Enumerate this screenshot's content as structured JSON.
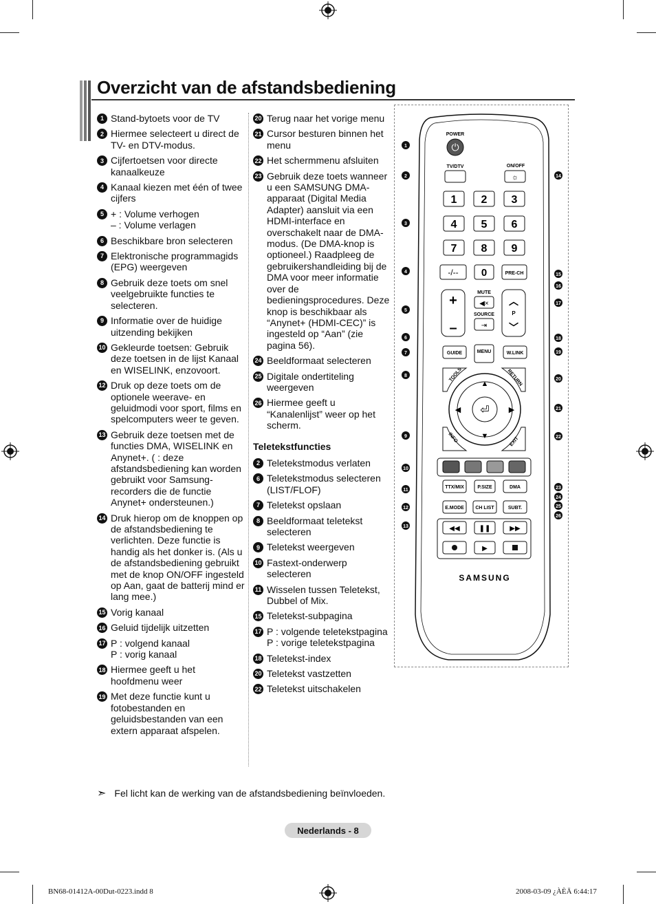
{
  "title": "Overzicht van de afstandsbediening",
  "col1": [
    {
      "n": "1",
      "t": "Stand-bytoets voor de TV"
    },
    {
      "n": "2",
      "t": "Hiermee selecteert u direct de TV- en DTV-modus."
    },
    {
      "n": "3",
      "t": "Cijfertoetsen voor directe kanaalkeuze"
    },
    {
      "n": "4",
      "t": "Kanaal kiezen met één of twee cijfers"
    },
    {
      "n": "5",
      "t": "+ : Volume verhogen\n– : Volume verlagen"
    },
    {
      "n": "6",
      "t": "Beschikbare bron selecteren"
    },
    {
      "n": "7",
      "t": "Elektronische programmagids (EPG) weergeven"
    },
    {
      "n": "8",
      "t": "Gebruik deze toets om snel veelgebruikte functies te selecteren."
    },
    {
      "n": "9",
      "t": "Informatie over de huidige uitzending bekijken"
    },
    {
      "n": "10",
      "t": "Gekleurde toetsen: Gebruik deze toetsen in de lijst Kanaal en WISELINK, enzovoort."
    },
    {
      "n": "12",
      "t": "Druk op deze toets om de optionele weerave- en geluidmodi voor sport, films en spelcomputers weer te geven."
    },
    {
      "n": "13",
      "t": "Gebruik deze toetsen met de functies DMA, WISELINK en Anynet+. ( : deze afstandsbediening kan worden gebruikt voor Samsung-recorders die de functie Anynet+ ondersteunen.)"
    },
    {
      "n": "14",
      "t": "Druk hierop om de knoppen op de afstandsbediening te verlichten. Deze functie is handig als het donker is. (Als u de afstandsbediening gebruikt met de knop ON/OFF ingesteld op Aan, gaat de batterij mind er lang mee.)"
    },
    {
      "n": "15",
      "t": "Vorig kanaal"
    },
    {
      "n": "16",
      "t": "Geluid tijdelijk uitzetten"
    },
    {
      "n": "17",
      "t": "P : volgend kanaal\nP : vorig kanaal"
    },
    {
      "n": "18",
      "t": "Hiermee geeft u het hoofdmenu weer"
    },
    {
      "n": "19",
      "t": "Met deze functie kunt u fotobestanden en geluidsbestanden van een extern apparaat afspelen."
    }
  ],
  "col2": [
    {
      "n": "20",
      "t": "Terug naar het vorige menu"
    },
    {
      "n": "21",
      "t": "Cursor besturen binnen het menu"
    },
    {
      "n": "22",
      "t": "Het schermmenu afsluiten"
    },
    {
      "n": "23",
      "t": "Gebruik deze toets wanneer u een SAMSUNG DMA-apparaat (Digital Media Adapter) aansluit via een HDMI-interface en overschakelt naar de DMA-modus. (De DMA-knop is optioneel.) Raadpleeg de gebruikershandleiding bij de DMA voor meer informatie over de bedieningsprocedures. Deze knop is beschikbaar als “Anynet+ (HDMI-CEC)” is ingesteld op “Aan” (zie pagina 56)."
    },
    {
      "n": "24",
      "t": "Beeldformaat selecteren"
    },
    {
      "n": "25",
      "t": "Digitale ondertiteling weergeven"
    },
    {
      "n": "26",
      "t": "Hiermee geeft u “Kanalenlijst” weer op het scherm."
    }
  ],
  "teletext_head": "Teletekstfuncties",
  "teletext": [
    {
      "n": "2",
      "t": "Teletekstmodus verlaten"
    },
    {
      "n": "6",
      "t": "Teletekstmodus selecteren (LIST/FLOF)"
    },
    {
      "n": "7",
      "t": "Teletekst opslaan"
    },
    {
      "n": "8",
      "t": "Beeldformaat teletekst selecteren"
    },
    {
      "n": "9",
      "t": "Teletekst weergeven"
    },
    {
      "n": "10",
      "t": "Fastext-onderwerp selecteren"
    },
    {
      "n": "11",
      "t": "Wisselen tussen Teletekst, Dubbel of Mix."
    },
    {
      "n": "15",
      "t": "Teletekst-subpagina"
    },
    {
      "n": "17",
      "t": "P : volgende teletekstpagina\nP : vorige teletekstpagina"
    },
    {
      "n": "18",
      "t": "Teletekst-index"
    },
    {
      "n": "20",
      "t": "Teletekst vastzetten"
    },
    {
      "n": "22",
      "t": "Teletekst uitschakelen"
    }
  ],
  "remote": {
    "power": "POWER",
    "tvdtv": "TV/DTV",
    "onoff": "ON/OFF",
    "digits": [
      "1",
      "2",
      "3",
      "4",
      "5",
      "6",
      "7",
      "8",
      "9"
    ],
    "dash": "-/--",
    "zero": "0",
    "prech": "PRE-CH",
    "mute": "MUTE",
    "source": "SOURCE",
    "p": "P",
    "guide": "GUIDE",
    "menu": "MENU",
    "wlink": "W.LINK",
    "tools": "TOOLS",
    "return": "RETURN",
    "info": "INFO",
    "exit": "EXIT",
    "ttx": "TTX/MIX",
    "psize": "P.SIZE",
    "dma": "DMA",
    "emode": "E.MODE",
    "chlist": "CH LIST",
    "subt": "SUBT.",
    "brand": "SAMSUNG",
    "callouts_left": [
      "1",
      "2",
      "3",
      "4",
      "5",
      "6",
      "7",
      "8",
      "9",
      "10",
      "11",
      "12",
      "13"
    ],
    "callouts_right": [
      "14",
      "15",
      "16",
      "17",
      "18",
      "19",
      "20",
      "21",
      "22",
      "23",
      "24",
      "25",
      "26"
    ]
  },
  "note": "Fel licht kan de werking van de afstandsbediening beïnvloeden.",
  "page_label": "Nederlands - 8",
  "footer_left": "BN68-01412A-00Dut-0223.indd   8",
  "footer_right": "2008-03-09   ¿ÀÈÄ 6:44:17"
}
